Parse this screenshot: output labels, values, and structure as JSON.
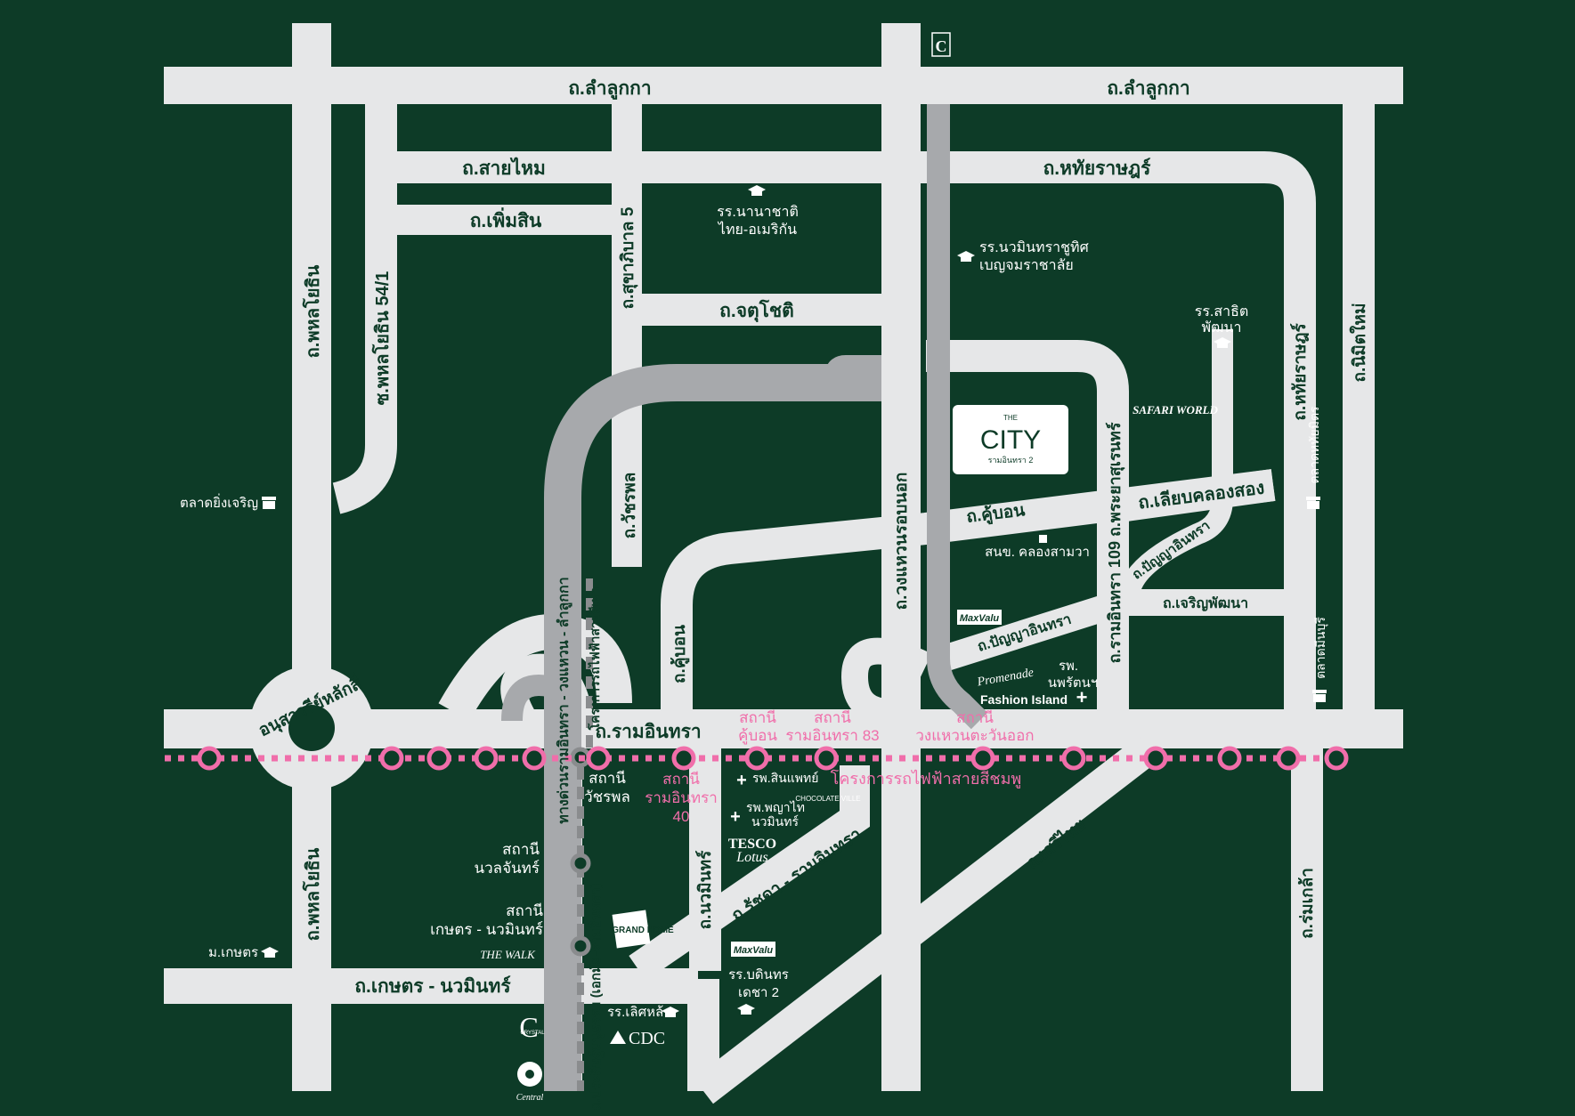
{
  "roads": {
    "lam_luk_ka_west": "ถ.ลำลูกกา",
    "lam_luk_ka_east": "ถ.ลำลูกกา",
    "sai_mai": "ถ.สายไหม",
    "hathai_rat_top": "ถ.หทัยราษฎร์",
    "hathai_rat_side": "ถ.หทัยราษฎร์",
    "phum_sin": "ถ.เพิ่มสิน",
    "sukhaphiban_5": "ถ.สุขาภิบาล 5",
    "chatu_chot": "ถ.จตุโชติ",
    "phahon_yothin_north": "ถ.พหลโยธิน",
    "phahon_yothin_south": "ถ.พหลโยธิน",
    "phahon_yothin_54_1": "ซ.พหลโยธิน 54/1",
    "watcharaphon": "ถ.วัชรพล",
    "khu_bon_west": "ถ.คู้บอน",
    "khu_bon_east": "ถ.คู้บอน",
    "wongwaen": "ถ.วงแหวนรอบนอก",
    "ram_intra_109": "ถ.รามอินทรา 109 ถ.พระยาสุเรนทร์",
    "liap_khlong_song": "ถ.เลียบคลองสอง",
    "panya_intra_diag": "ถ.ปัญญาอินทรา",
    "panya_intra": "ถ.ปัญญาอินทรา",
    "charoen_phatthana": "ถ.เจริญพัฒนา",
    "nimit_mai": "ถ.นิมิตใหม่",
    "ram_intra": "ถ.รามอินทรา",
    "expressway": "ทางด่วนรามอินทรา - วงแหวน - ลำลูกกา",
    "grey_line_project": "โครงการรถไฟฟ้าสายสีเทา",
    "nawamin": "ถ.นวมินทร์",
    "ratchada_ramintra": "ถ.รัชดา - รามอินทรา",
    "seri_thai": "ถ.เสรีไทย",
    "rom_klao": "ถ.ร่มเกล้า",
    "kaset_nawamin": "ถ.เกษตร - นวมินทร์",
    "pradit_manutham": "ถ.ประดิษฐ์มนูธรรม (เอกมัย-รามอินทรา)"
  },
  "circle": "อนุสาวรีย์หลักสี่",
  "pink_line": "โครงการรถไฟฟ้าสายสีชมพู",
  "stations_pink": {
    "khu_bon": [
      "สถานี",
      "คู้บอน"
    ],
    "ramintra_83": [
      "สถานี",
      "รามอินทรา 83"
    ],
    "wongwaen_east": [
      "สถานี",
      "วงแหวนตะวันออก"
    ],
    "ramintra_40": [
      "สถานี",
      "รามอินทรา",
      "40"
    ]
  },
  "stations_grey": {
    "watcharaphon": [
      "สถานี",
      "วัชรพล"
    ],
    "nuanchan": [
      "สถานี",
      "นวลจันทร์"
    ],
    "kaset_nawamin": [
      "สถานี",
      "เกษตร - นวมินทร์"
    ]
  },
  "places": {
    "intl_school": [
      "รร.นานาชาติ",
      "ไทย-อเมริกัน"
    ],
    "nawamin_school": [
      "รร.นวมินทราชูทิศ",
      "เบญจมราชาลัย"
    ],
    "sarit_school": [
      "รร.สาธิต",
      "พัฒนา"
    ],
    "yingcharoen": "ตลาดยิ่งเจริญ",
    "hathai_mit_market": "ตลาดหทัยมิตร",
    "minburi_market": "ตลาดมีนบุรี",
    "khlong_sam_wa": "สนข. คลองสามวา",
    "nopparat_hospital": [
      "รพ.",
      "นพรัตนฯ"
    ],
    "sinphaet_hospital": "รพ.สินแพทย์",
    "phyathai_hospital": [
      "รพ.พญาไท",
      "นวมินทร์"
    ],
    "bodindecha_school": [
      "รร.บดินทร",
      "เดชา 2"
    ],
    "kaset_university": "ม.เกษตร",
    "lertla_school": "รร.เลิศหล้า",
    "cdc": "CDC"
  },
  "brands": {
    "safari": "SAFARI WORLD",
    "maxvalu_1": "MaxValu",
    "maxvalu_2": "MaxValu",
    "promenade": "Promenade",
    "fashion": "Fashion Island",
    "chocolate": "CHOCOLATE VILLE",
    "tesco": [
      "TESCO",
      "Lotus"
    ],
    "grandhome": "GRAND HOME",
    "thewalk": "THE WALK",
    "crystal": "CRYSTAL",
    "central": "Central"
  },
  "project": {
    "small": "THE",
    "name": "CITY",
    "sub": "รามอินทรา 2"
  },
  "colors": {
    "background": "#0d3b27",
    "road": "#e6e7e8",
    "expressway": "#a7a9ac",
    "pink_line": "#f06eaa",
    "grey_line": "#8a8c8e"
  }
}
